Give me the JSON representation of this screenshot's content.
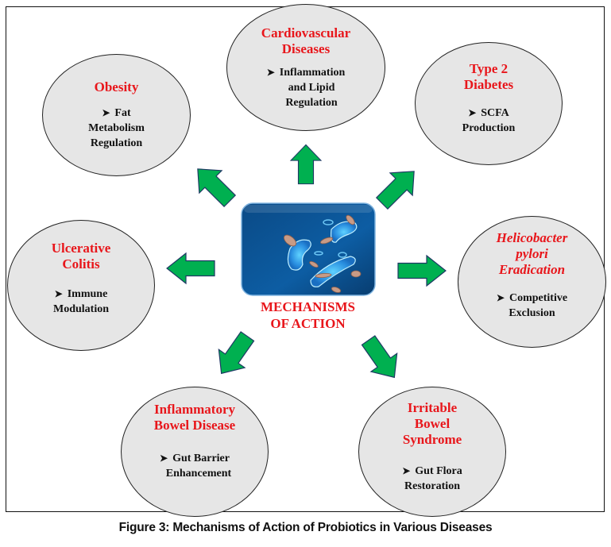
{
  "center": {
    "image_label": "probiotic-bacteria-illustration",
    "title_line1": "MECHANISMS",
    "title_line2": "OF ACTION"
  },
  "diseases": [
    {
      "id": "obesity",
      "title": [
        "Obesity"
      ],
      "mechanism": [
        "Fat",
        "Metabolism",
        "Regulation"
      ]
    },
    {
      "id": "cardiovascular",
      "title": [
        "Cardiovascular",
        "Diseases"
      ],
      "mechanism": [
        "Inflammation",
        "and Lipid",
        "Regulation"
      ]
    },
    {
      "id": "type2-diabetes",
      "title": [
        "Type 2",
        "Diabetes"
      ],
      "mechanism": [
        "SCFA",
        "Production"
      ]
    },
    {
      "id": "ulcerative-colitis",
      "title": [
        "Ulcerative",
        "Colitis"
      ],
      "mechanism": [
        "Immune",
        "Modulation"
      ]
    },
    {
      "id": "h-pylori",
      "title": [
        "Helicobacter",
        "pylori",
        "Eradication"
      ],
      "mechanism": [
        "Competitive",
        "Exclusion"
      ]
    },
    {
      "id": "ibd",
      "title": [
        "Inflammatory",
        "Bowel Disease"
      ],
      "mechanism": [
        "Gut Barrier",
        "Enhancement"
      ]
    },
    {
      "id": "ibs",
      "title": [
        "Irritable",
        "Bowel",
        "Syndrome"
      ],
      "mechanism": [
        "Gut Flora",
        "Restoration"
      ]
    }
  ],
  "bullet_icon": "arrowhead-bullet-icon",
  "caption": "Figure 3: Mechanisms of Action of Probiotics in Various Diseases",
  "colors": {
    "title_red": "#e8161b",
    "ellipse_fill": "#e6e6e6",
    "arrow_green": "#00b050",
    "arrow_outline": "#1f3864",
    "image_blue": "#0d4f8c"
  }
}
